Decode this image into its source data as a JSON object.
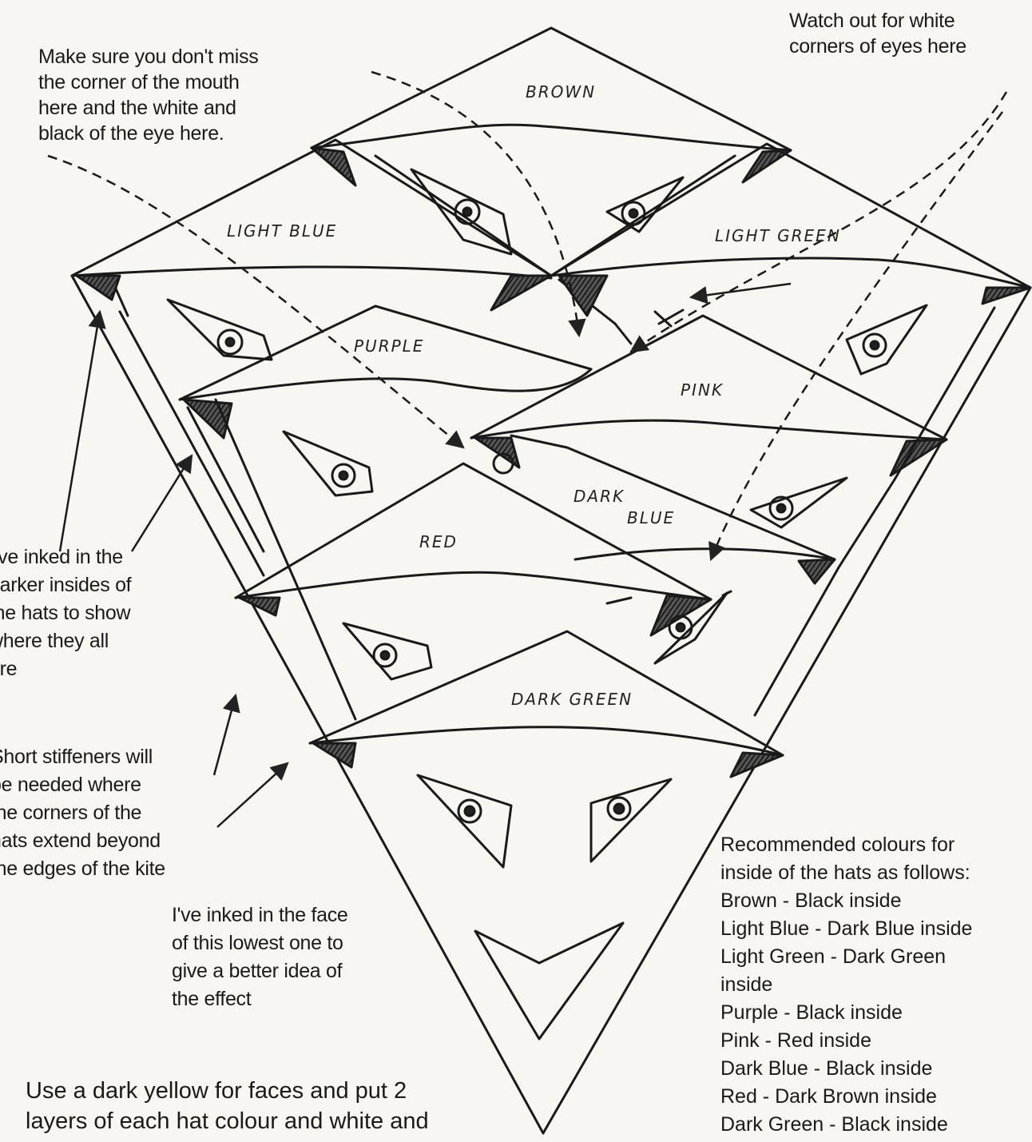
{
  "annotations": {
    "mouth_eye": [
      "Make sure you don't miss",
      "the corner of the mouth",
      "here and the white and",
      "black of the eye here."
    ],
    "white_corners": [
      "Watch out for white",
      "corners of eyes here"
    ],
    "inked_insides": [
      "I've inked in the",
      "darker insides of",
      "the hats to show",
      "where they all",
      "are"
    ],
    "stiffeners": [
      "Short stiffeners will",
      "be needed where",
      "the corners of the",
      "hats extend beyond",
      "the edges of the kite"
    ],
    "inked_face": [
      "I've inked in the face",
      "of this lowest one to",
      "give a better idea of",
      "the effect"
    ]
  },
  "colour_key": {
    "heading": [
      "Recommended colours for",
      "inside of the hats as follows:"
    ],
    "items": [
      "Brown - Black inside",
      "Light Blue - Dark Blue inside",
      "Light Green - Dark Green",
      "inside",
      "Purple - Black inside",
      "Pink - Red inside",
      "Dark Blue - Black inside",
      "Red - Dark Brown inside",
      "Dark Green - Black inside"
    ]
  },
  "bottom_note": [
    "Use a dark yellow for faces and put 2",
    "layers of each hat colour and white and"
  ],
  "hat_labels": {
    "brown": "BROWN",
    "light_blue": "LIGHT BLUE",
    "light_green": "LIGHT GREEN",
    "purple": "PURPLE",
    "pink": "PINK",
    "dark_blue_1": "DARK",
    "dark_blue_2": "BLUE",
    "red": "RED",
    "dark_green": "DARK GREEN"
  }
}
